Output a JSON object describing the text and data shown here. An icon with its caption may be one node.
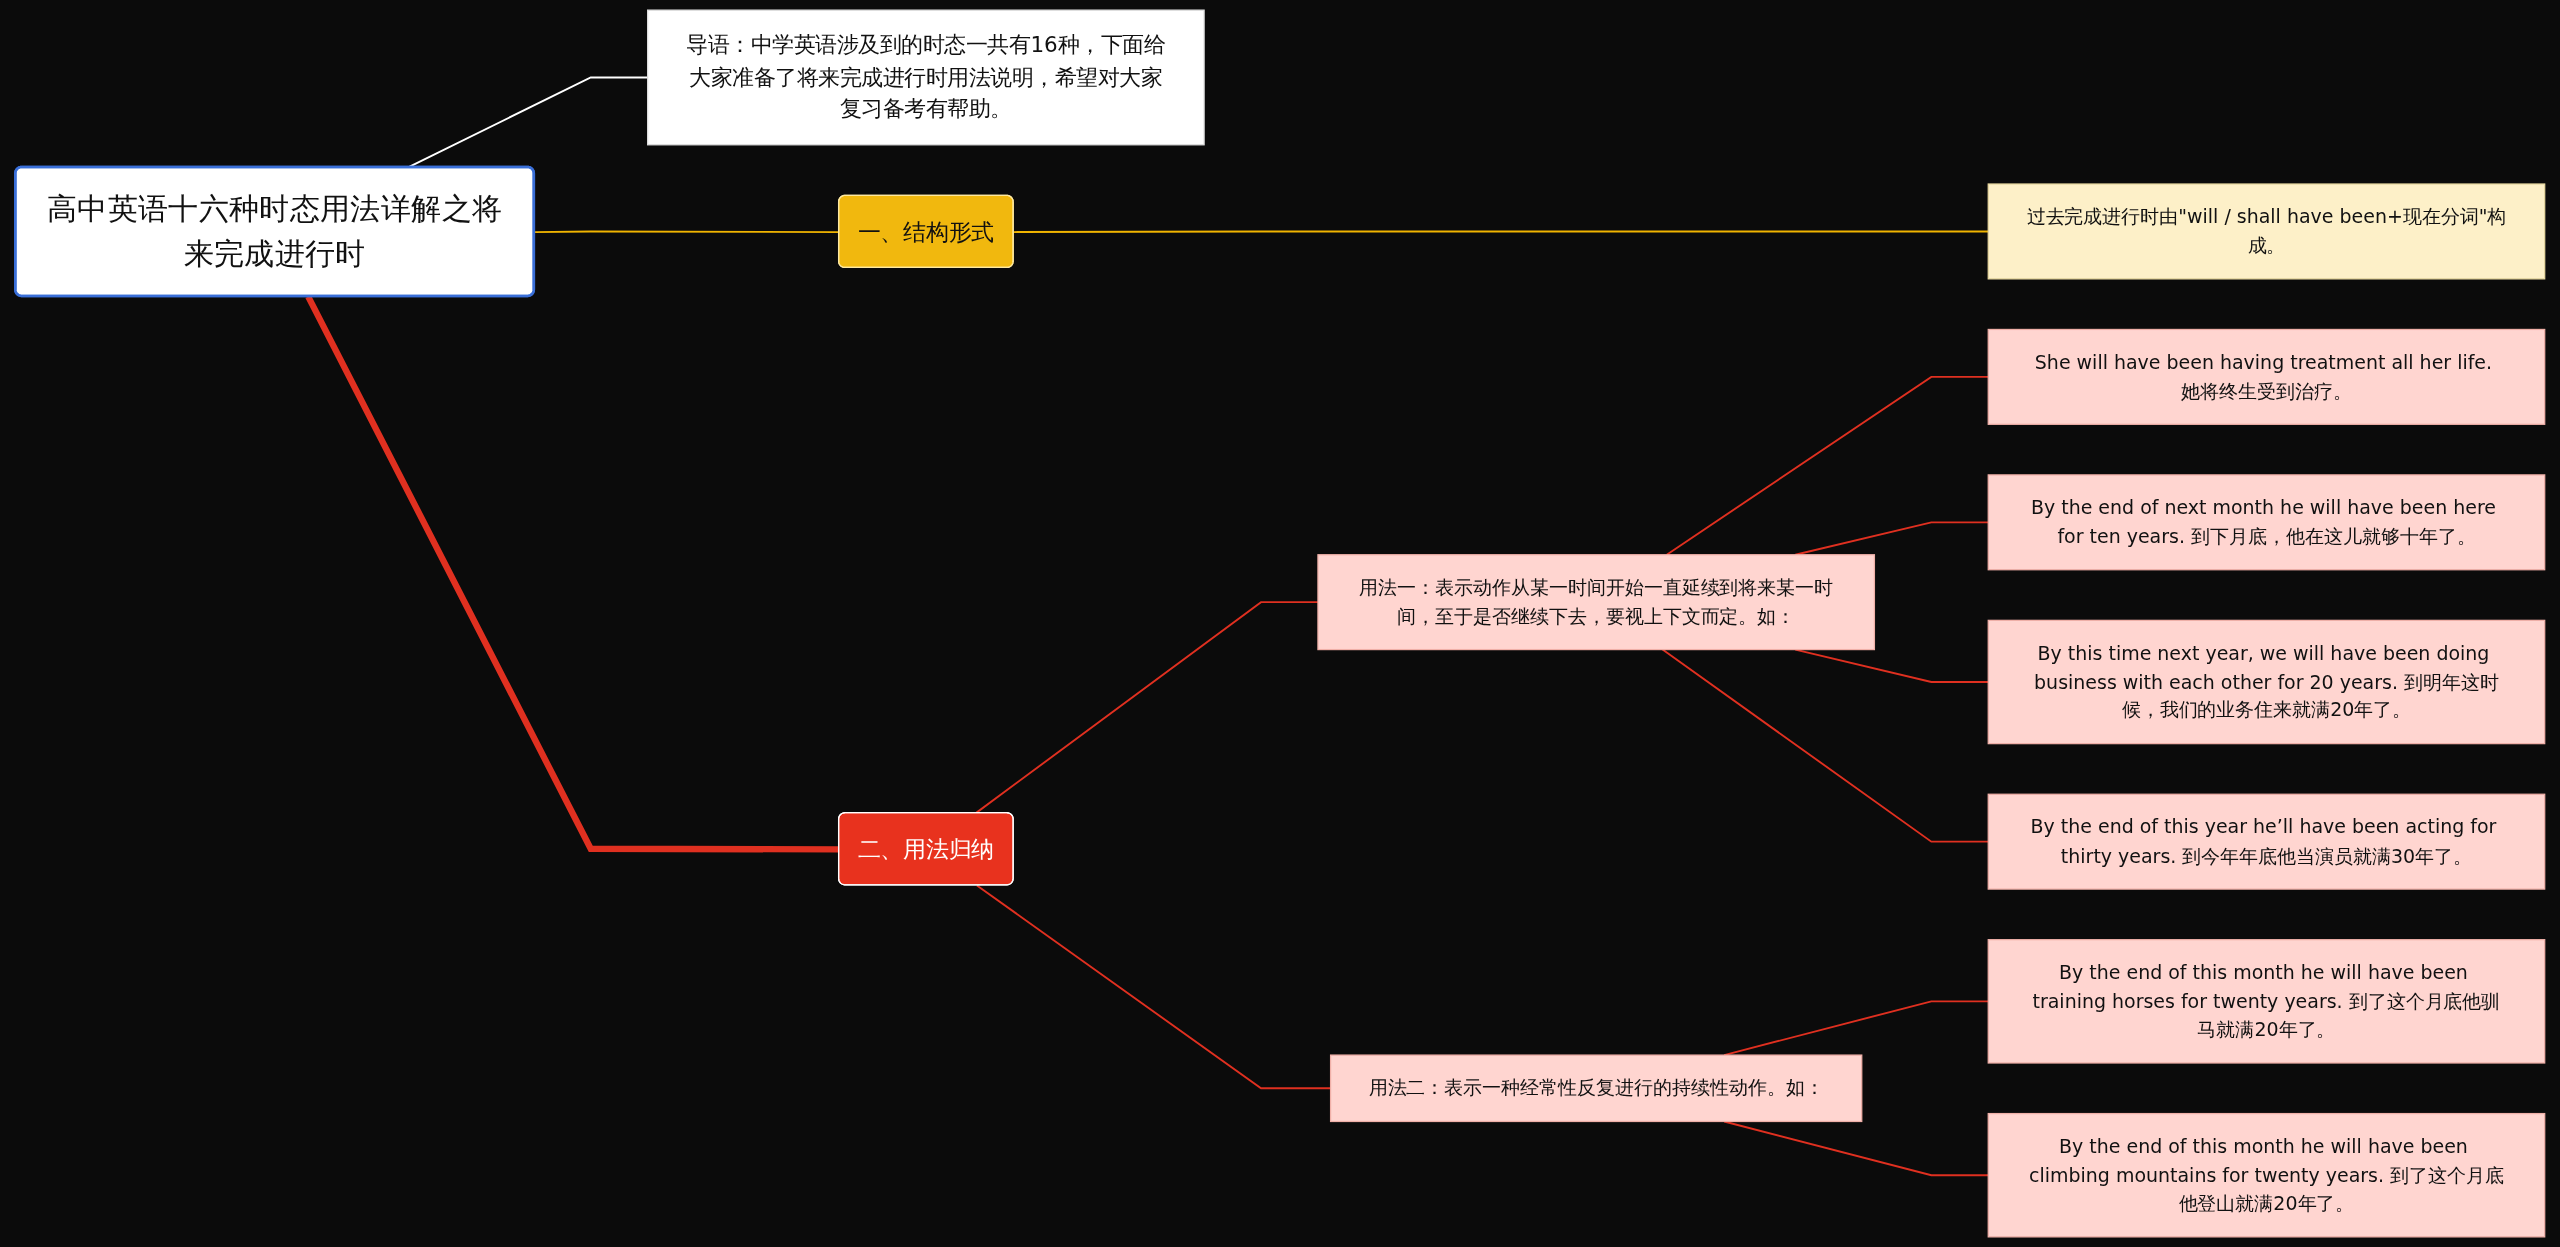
{
  "diagram": {
    "nodes": [
      {
        "text": [
          "高中英语十六种时态用法详解之将来完成进行时"
        ]
      },
      {
        "text": [
          "导语：中学英语涉及到的时态一共有16种，下面给大家准备了将来完成进行时用法说明，希望对大家复习备考有帮助。"
        ]
      },
      {
        "text": [
          "一、结构形式"
        ]
      },
      {
        "text": [
          "过去完成进行时由\"will / shall have been+现在分词\"构成。"
        ]
      },
      {
        "text": [
          "二、用法归纳"
        ]
      },
      {
        "text": [
          "用法一：表示动作从某一时间开始一直延续到将来某一时间，至于是否继续下去，要视上下文而定。如："
        ]
      },
      {
        "text": [
          "She will have been having treatment all her life. 她将终生受到治疗。"
        ]
      },
      {
        "text": [
          "By the end of next month he will have been here for ten years. 到下月底，他在这儿就够十年了。"
        ]
      },
      {
        "text": [
          "By this time next year, we will have been doing business with each other for 20 years. 到明年这时候，我们的业务住来就满20年了。"
        ]
      },
      {
        "text": [
          "By the end of this year he’ll have been acting for thirty years. 到今年年底他当演员就满30年了。"
        ]
      },
      {
        "text": [
          "用法二：表示一种经常性反复进行的持续性动作。如："
        ]
      },
      {
        "text": [
          "By the end of this month he will have been training horses for twenty years. 到了这个月底他驯马就满20年了。"
        ]
      },
      {
        "text": [
          "By the end of this month he will have been climbing mountains for twenty years. 到了这个月底他登山就满20年了。"
        ]
      }
    ],
    "edges": [
      {
        "from": 0,
        "to": 1,
        "arrow": "none",
        "color": "#ffffff"
      },
      {
        "from": 0,
        "to": 2,
        "arrow": "none",
        "color": "#f0b400"
      },
      {
        "from": 2,
        "to": 3,
        "arrow": "none",
        "color": "#f0b400"
      },
      {
        "from": 0,
        "to": 4,
        "arrow": "none",
        "style": "thick"
      },
      {
        "from": 4,
        "to": 5,
        "arrow": "none"
      },
      {
        "from": 5,
        "to": 6,
        "arrow": "none"
      },
      {
        "from": 5,
        "to": 7,
        "arrow": "none"
      },
      {
        "from": 5,
        "to": 8,
        "arrow": "none"
      },
      {
        "from": 5,
        "to": 9,
        "arrow": "none"
      },
      {
        "from": 4,
        "to": 10,
        "arrow": "none"
      },
      {
        "from": 10,
        "to": 11,
        "arrow": "none"
      },
      {
        "from": 10,
        "to": 12,
        "arrow": "none"
      }
    ]
  }
}
